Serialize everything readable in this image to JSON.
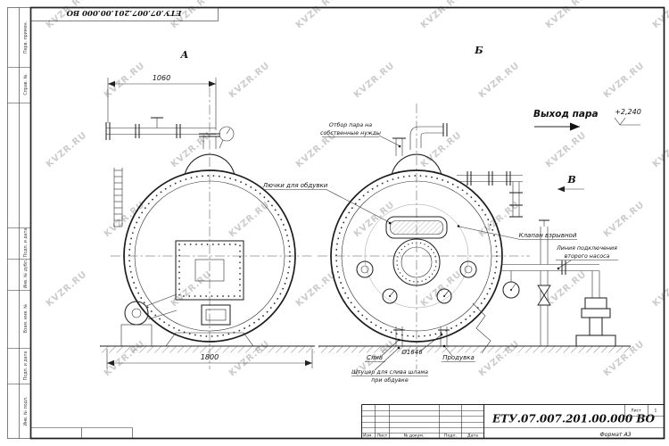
{
  "doc": {
    "number": "ЕТУ.07.007.201.00.000 ВО",
    "format_label": "Формат А3",
    "sheet_label": "Лист",
    "sheet_value": "1"
  },
  "watermark": "KVZR.RU",
  "frame": {
    "stamps": [
      "Перв. примен.",
      "Справ. №",
      "Подп. и дата",
      "Инв. № дубл.",
      "Взам. инв. №",
      "Подп. и дата",
      "Инв. № подл."
    ]
  },
  "views": {
    "a": "А",
    "b": "Б",
    "v": "В"
  },
  "labels": {
    "steam_out": "Выход пара",
    "elevation": "+2,240",
    "own_needs_1": "Отбор пара на",
    "own_needs_2": "собственные нужды",
    "blow_hatches": "Лючки для обдувки",
    "safety_valve": "Клапан взрывной",
    "second_pump_1": "Линия подключения",
    "second_pump_2": "второго насоса",
    "drain": "Слив",
    "diameter": "Ø1646",
    "blowdown": "Продувка",
    "sludge_1": "Штуцер для слива шлама",
    "sludge_2": "при обдувке"
  },
  "dims": {
    "pipe_width": "1060",
    "shell_width": "1800"
  },
  "titleblock": {
    "columns": [
      "Изм.",
      "Лист",
      "№ докум.",
      "Подп.",
      "Дата"
    ]
  }
}
